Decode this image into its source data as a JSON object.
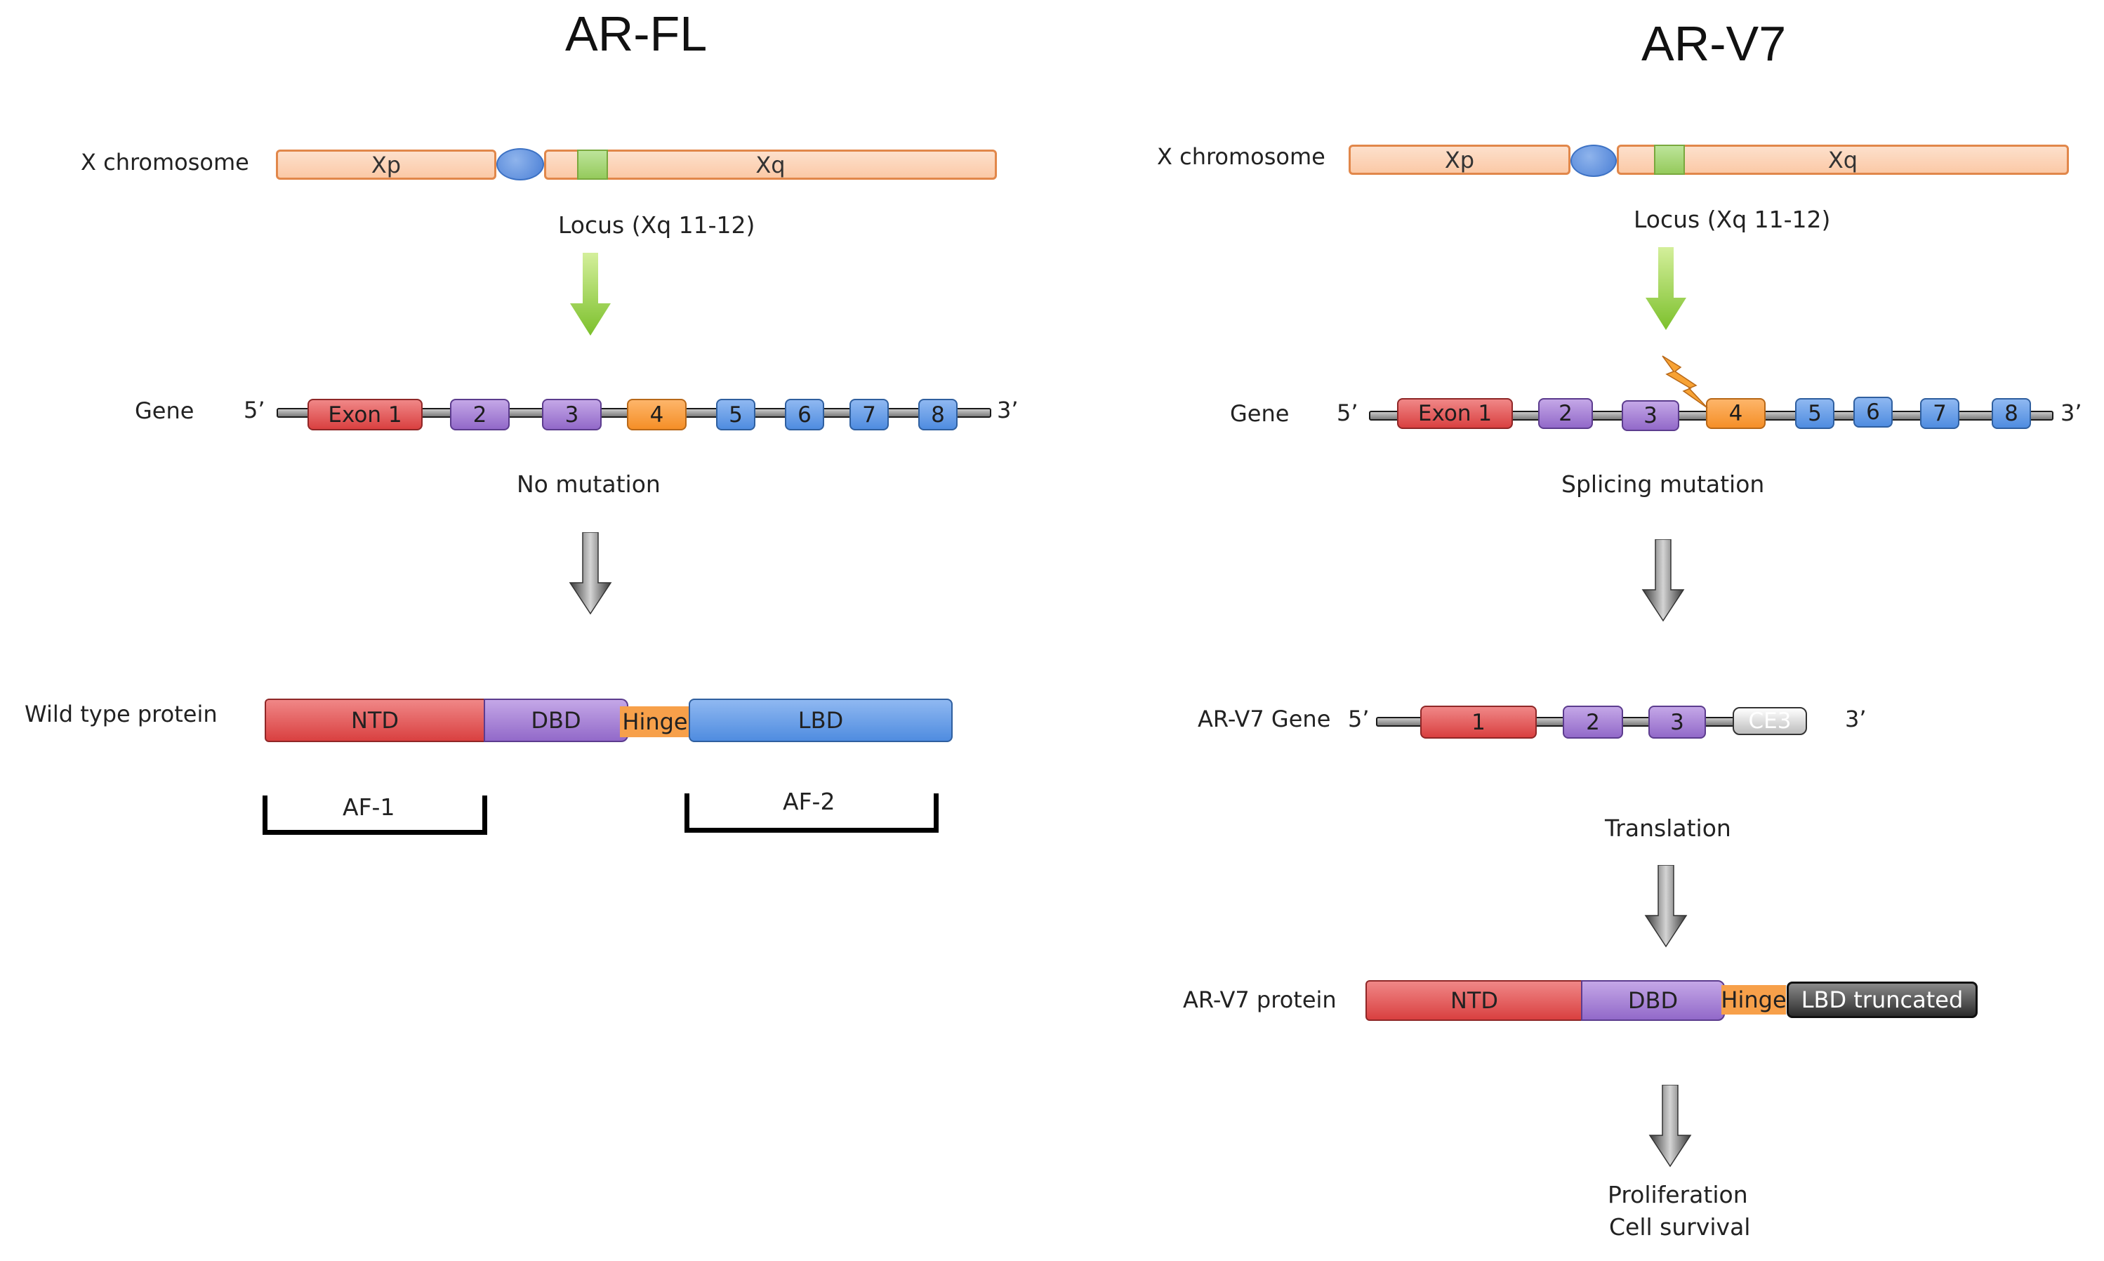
{
  "colors": {
    "chromosome": "#fbc9a6",
    "centromere": "#4a7fd6",
    "locus": "#95ca5c",
    "ntd": "#d94040",
    "dbd": "#9269c9",
    "hinge": "#f7a04a",
    "lbd": "#4f8ce0",
    "green_arrow": "#8dc63f",
    "grey_arrow": "#555555"
  },
  "left": {
    "title": "AR-FL",
    "chromosome_label": "X chromosome",
    "arm_p": "Xp",
    "arm_q": "Xq",
    "locus": "Locus (Xq 11-12)",
    "gene_label": "Gene",
    "end5": "5’",
    "end3": "3’",
    "exons": [
      "Exon 1",
      "2",
      "3",
      "4",
      "5",
      "6",
      "7",
      "8"
    ],
    "mutation": "No mutation",
    "protein_label": "Wild type protein",
    "domains": {
      "ntd": "NTD",
      "dbd": "DBD",
      "hinge": "Hinge",
      "lbd": "LBD"
    },
    "af1": "AF-1",
    "af2": "AF-2"
  },
  "right": {
    "title": "AR-V7",
    "chromosome_label": "X chromosome",
    "arm_p": "Xp",
    "arm_q": "Xq",
    "locus": "Locus (Xq 11-12)",
    "gene_label": "Gene",
    "end5": "5’",
    "end3": "3’",
    "exons": [
      "Exon 1",
      "2",
      "3",
      "4",
      "5",
      "6",
      "7",
      "8"
    ],
    "mutation": "Splicing mutation",
    "variant_gene_label": "AR-V7 Gene",
    "variant_exons": [
      "1",
      "2",
      "3",
      "CE3"
    ],
    "translation": "Translation",
    "protein_label": "AR-V7 protein",
    "domains": {
      "ntd": "NTD",
      "dbd": "DBD",
      "hinge": "Hinge",
      "lbd": "LBD truncated"
    },
    "outcome1": "Proliferation",
    "outcome2": "Cell survival"
  }
}
